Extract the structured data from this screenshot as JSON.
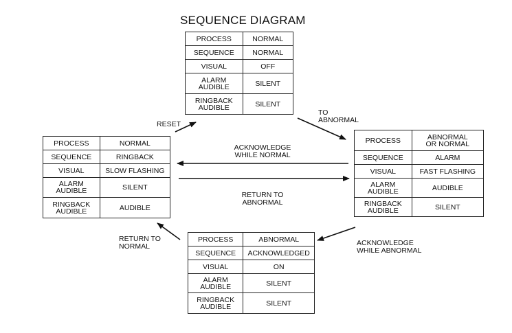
{
  "title": "SEQUENCE DIAGRAM",
  "states": {
    "normal": {
      "rows": [
        {
          "k": "PROCESS",
          "v": "NORMAL"
        },
        {
          "k": "SEQUENCE",
          "v": "NORMAL"
        },
        {
          "k": "VISUAL",
          "v": "OFF"
        },
        {
          "k": "ALARM\nAUDIBLE",
          "v": "SILENT"
        },
        {
          "k": "RINGBACK\nAUDIBLE",
          "v": "SILENT"
        }
      ]
    },
    "alarm": {
      "rows": [
        {
          "k": "PROCESS",
          "v": "ABNORMAL\nOR NORMAL"
        },
        {
          "k": "SEQUENCE",
          "v": "ALARM"
        },
        {
          "k": "VISUAL",
          "v": "FAST FLASHING"
        },
        {
          "k": "ALARM\nAUDIBLE",
          "v": "AUDIBLE"
        },
        {
          "k": "RINGBACK\nAUDIBLE",
          "v": "SILENT"
        }
      ]
    },
    "acknowledged": {
      "rows": [
        {
          "k": "PROCESS",
          "v": "ABNORMAL"
        },
        {
          "k": "SEQUENCE",
          "v": "ACKNOWLEDGED"
        },
        {
          "k": "VISUAL",
          "v": "ON"
        },
        {
          "k": "ALARM\nAUDIBLE",
          "v": "SILENT"
        },
        {
          "k": "RINGBACK\nAUDIBLE",
          "v": "SILENT"
        }
      ]
    },
    "ringback": {
      "rows": [
        {
          "k": "PROCESS",
          "v": "NORMAL"
        },
        {
          "k": "SEQUENCE",
          "v": "RINGBACK"
        },
        {
          "k": "VISUAL",
          "v": "SLOW FLASHING"
        },
        {
          "k": "ALARM\nAUDIBLE",
          "v": "SILENT"
        },
        {
          "k": "RINGBACK\nAUDIBLE",
          "v": "AUDIBLE"
        }
      ]
    }
  },
  "transitions": {
    "to_abnormal": "TO\nABNORMAL",
    "ack_while_normal": "ACKNOWLEDGE\nWHILE NORMAL",
    "return_to_abnormal": "RETURN TO\nABNORMAL",
    "ack_while_abnormal": "ACKNOWLEDGE\nWHILE ABNORMAL",
    "return_to_normal": "RETURN TO\nNORMAL",
    "reset": "RESET"
  }
}
